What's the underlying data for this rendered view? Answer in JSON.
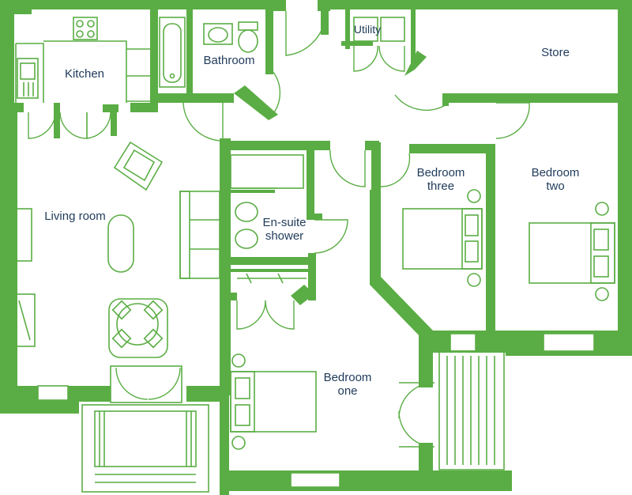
{
  "colors": {
    "wall": "#5aad44",
    "label": "#1f3a5a",
    "background": "#ffffff"
  },
  "rooms": {
    "kitchen": "Kitchen",
    "bathroom": "Bathroom",
    "utility": "Utility",
    "store": "Store",
    "living_room": "Living room",
    "ensuite_line1": "En-suite",
    "ensuite_line2": "shower",
    "bedroom_three_line1": "Bedroom",
    "bedroom_three_line2": "three",
    "bedroom_two_line1": "Bedroom",
    "bedroom_two_line2": "two",
    "bedroom_one_line1": "Bedroom",
    "bedroom_one_line2": "one"
  },
  "icons": [
    "bed-icon",
    "sofa-icon",
    "armchair-icon",
    "dining-table-icon",
    "bathtub-icon",
    "toilet-icon",
    "sink-icon",
    "hob-icon",
    "shower-icon",
    "washing-machine-icon",
    "wardrobe-icon",
    "lamp-icon",
    "balcony-icon"
  ]
}
